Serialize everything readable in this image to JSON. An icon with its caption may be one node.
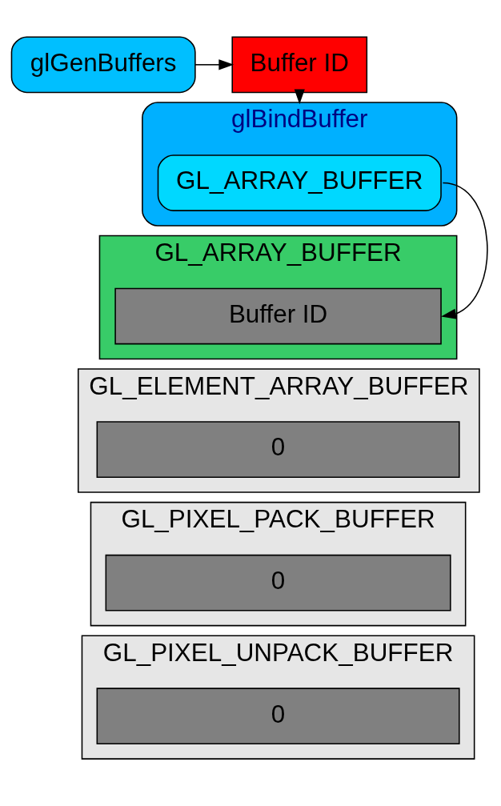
{
  "diagram": {
    "nodes": [
      {
        "text": [
          "glGenBuffers"
        ]
      },
      {
        "text": [
          "Buffer ID"
        ]
      },
      {
        "text": [
          "glBindBuffer"
        ]
      },
      {
        "text": [
          "GL_ARRAY_BUFFER"
        ],
        "in": 2
      },
      {
        "text": [
          "GL_ARRAY_BUFFER"
        ]
      },
      {
        "text": [
          "Buffer ID"
        ],
        "in": 4
      },
      {
        "text": [
          "GL_ELEMENT_ARRAY_BUFFER"
        ]
      },
      {
        "text": [
          "0"
        ],
        "in": 6
      },
      {
        "text": [
          "GL_PIXEL_PACK_BUFFER"
        ]
      },
      {
        "text": [
          "0"
        ],
        "in": 8
      },
      {
        "text": [
          "GL_PIXEL_UNPACK_BUFFER"
        ]
      },
      {
        "text": [
          "0"
        ],
        "in": 10
      }
    ],
    "edges": [
      {
        "from": 0,
        "to": 1,
        "arrow": "to"
      },
      {
        "from": 1,
        "to": 2,
        "arrow": "to"
      },
      {
        "from": 3,
        "to": 5,
        "arrow": "to"
      }
    ]
  }
}
